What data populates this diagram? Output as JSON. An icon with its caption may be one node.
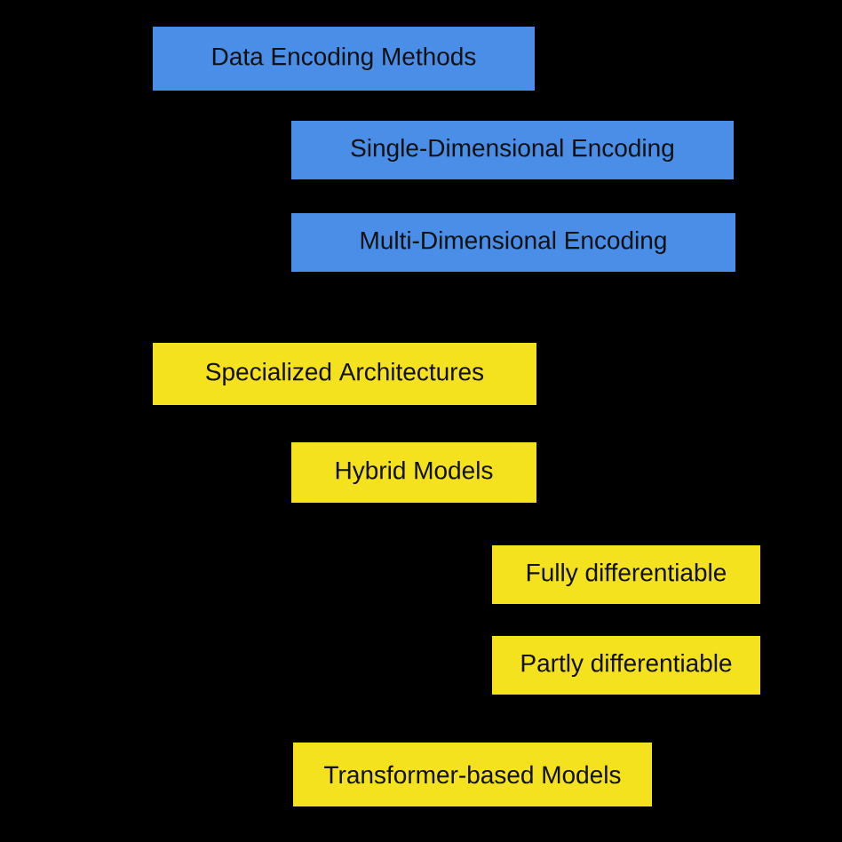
{
  "diagram": {
    "nodes": [
      {
        "text": [
          "Data Encoding Methods"
        ]
      },
      {
        "text": [
          "Single-Dimensional Encoding"
        ]
      },
      {
        "text": [
          "Multi-Dimensional Encoding"
        ]
      },
      {
        "text": [
          "Specialized Architectures"
        ]
      },
      {
        "text": [
          "Hybrid Models"
        ]
      },
      {
        "text": [
          "Fully differentiable"
        ]
      },
      {
        "text": [
          "Partly differentiable"
        ]
      },
      {
        "text": [
          "Transformer-based Models"
        ]
      }
    ]
  }
}
